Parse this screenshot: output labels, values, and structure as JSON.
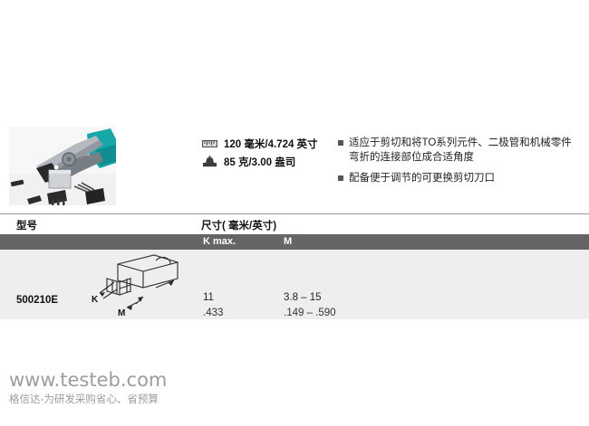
{
  "product": {
    "photo_alt": "lead-cutting-plier-photo",
    "photo_colors": {
      "handle": "#1aa7a8",
      "body": "#8d9298",
      "body_dark": "#5b6066",
      "component": "#2b2b2b",
      "background": "#f0f0f0"
    }
  },
  "specs": [
    {
      "icon": "ruler-icon",
      "text": "120 毫米/4.724 英寸"
    },
    {
      "icon": "weight-icon",
      "text": "85 克/3.00 盎司"
    }
  ],
  "features": [
    "适应于剪切和将TO系列元件、二极管和机械零件弯折的连接部位成合适角度",
    "配备便于调节的可更换剪切刀口"
  ],
  "table": {
    "header": {
      "model": "型号",
      "dimensions": "尺寸( 毫米/英寸)"
    },
    "subheader": {
      "k": "K max.",
      "m": "M"
    },
    "rows": [
      {
        "model": "500210E",
        "drawing": "to-package-dimension-drawing",
        "k_mm": "11",
        "k_in": ".433",
        "m_mm": "3.8 – 15",
        "m_in": ".149 – .590"
      }
    ],
    "colors": {
      "subheader_bg": "#656565",
      "row_bg": "#eeeeee",
      "rule": "#9a9a9a"
    }
  },
  "drawing_labels": {
    "k": "K",
    "m": "M"
  },
  "footer": {
    "url": "www.testeb.com",
    "slogan": "格信达-为研发采购省心、省预算"
  }
}
